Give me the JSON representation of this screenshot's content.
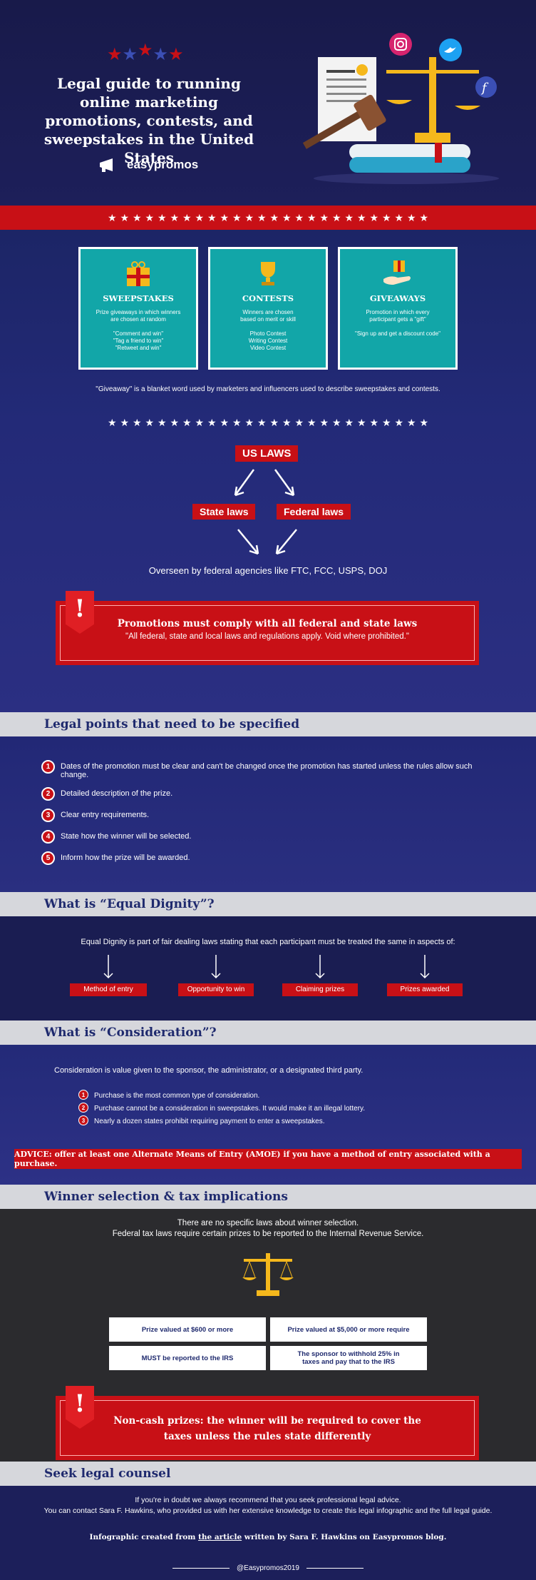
{
  "hero": {
    "title": "Legal guide to running online marketing promotions, contests, and sweepstakes in the United States",
    "brand": "easypromos"
  },
  "types": {
    "cards": [
      {
        "title": "SWEEPSTAKES",
        "desc": "Prize giveaways in which winners are chosen at random",
        "examples": "\"Comment and win\"\n\"Tag a friend to win\"\n\"Retweet and win\""
      },
      {
        "title": "CONTESTS",
        "desc": "Winners are chosen based on merit or skill",
        "examples": "Photo Contest\nWriting Contest\nVideo Contest"
      },
      {
        "title": "GIVEAWAYS",
        "desc": "Promotion in which every participant gets a \"gift\"",
        "examples": "\"Sign up and get a discount code\""
      }
    ],
    "note": "\"Giveaway\" is a blanket word used by marketers and influencers used to describe sweepstakes and contests."
  },
  "laws": {
    "us": "US LAWS",
    "state": "State laws",
    "federal": "Federal laws",
    "overseen": "Overseen by federal agencies like FTC, FCC, USPS, DOJ",
    "warn_title": "Promotions must comply with all federal and state laws",
    "warn_text": "\"All federal, state and local laws and regulations apply. Void where prohibited.\""
  },
  "legal": {
    "heading": "Legal points that need to be specified",
    "items": [
      "Dates of the promotion must be clear and can't be changed once the promotion has started unless the rules allow such change.",
      "Detailed description of the prize.",
      "Clear entry requirements.",
      "State how the winner will be selected.",
      "Inform how the prize will be awarded."
    ]
  },
  "dignity": {
    "heading": "What is “Equal Dignity”?",
    "text": "Equal Dignity is part of fair dealing laws stating that each participant must be treated the same in aspects of:",
    "tags": [
      "Method of entry",
      "Opportunity to win",
      "Claiming prizes",
      "Prizes awarded"
    ]
  },
  "consider": {
    "heading": "What is “Consideration”?",
    "text": "Consideration is value given to the sponsor, the administrator, or a designated third party.",
    "items": [
      "Purchase is the most common type of consideration.",
      "Purchase cannot be a consideration in sweepstakes. It would make it an illegal lottery.",
      "Nearly a dozen states prohibit requiring payment to enter a sweepstakes."
    ],
    "advice": "ADVICE: offer at least one Alternate Means of Entry (AMOE) if you have a method of entry associated with a purchase."
  },
  "winner": {
    "heading": "Winner selection & tax implications",
    "line1": "There are no specific laws about winner selection.",
    "line2": "Federal tax laws require certain prizes to be reported to the Internal Revenue Service.",
    "box1": "Prize valued at $600 or more",
    "box2": "Prize valued at $5,000 or more require",
    "box3": "MUST be reported to the IRS",
    "box4": "The sponsor to withhold 25% in taxes and pay that to the IRS",
    "warn": "Non-cash prizes: the winner will be required to cover the taxes unless the rules state differently"
  },
  "counsel": {
    "heading": "Seek legal counsel",
    "line1": "If you're in doubt we always recommend that you seek professional legal advice.",
    "line2": "You can contact Sara F. Hawkins, who provided us with her extensive knowledge to create this legal infographic and the full legal guide.",
    "credit_pre": "Infographic created from ",
    "credit_link": "the article",
    "credit_post": " written by Sara F. Hawkins on Easypromos blog.",
    "copyright": "@Easypromos2019"
  },
  "icons": [
    "gift-icon",
    "trophy-icon",
    "hand-gift-icon",
    "scales-icon",
    "gavel-icon",
    "book-icon",
    "document-icon",
    "instagram-icon",
    "twitter-icon",
    "f-icon",
    "megaphone-icon",
    "exclamation-icon",
    "arrow-down-icon"
  ],
  "colors": {
    "navy": "#1c1f5c",
    "red": "#c81016",
    "teal": "#12a6a8",
    "gray": "#d6d7dc",
    "dark": "#2b2b2e",
    "gold": "#f5b81c"
  }
}
